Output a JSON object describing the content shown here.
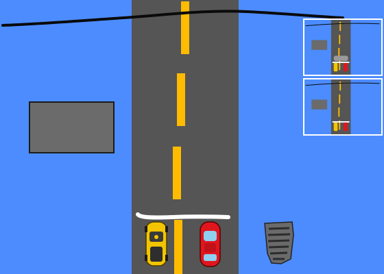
{
  "scene": {
    "colors": {
      "background": "#4c8cff",
      "road": "#555555",
      "lane_marking": "#ffbb00",
      "obstacle_block": "#6b6b6b",
      "wire": "#0a0a0a",
      "finish_line": "#ffffff",
      "player_car_yellow": "#f2c500",
      "player_car_red": "#e0161e",
      "thumbnail_border": "#ffffff"
    },
    "sprites": [
      {
        "name": "road",
        "icon": "road-strip"
      },
      {
        "name": "lane-dashes",
        "icon": "dashed-center-line"
      },
      {
        "name": "overhead-wire",
        "icon": "hand-drawn-line"
      },
      {
        "name": "finish-line",
        "icon": "white-scribble-line"
      },
      {
        "name": "gray-block",
        "icon": "gray-rectangle"
      },
      {
        "name": "yellow-car",
        "icon": "yellow-sports-car"
      },
      {
        "name": "red-car",
        "icon": "red-sports-car"
      },
      {
        "name": "speed-bump",
        "icon": "gray-ribbed-ramp"
      }
    ]
  },
  "thumbnails": [
    {
      "name": "scene-thumbnail-1",
      "has_obstacle_car": true
    },
    {
      "name": "scene-thumbnail-2",
      "has_obstacle_car": false
    }
  ]
}
